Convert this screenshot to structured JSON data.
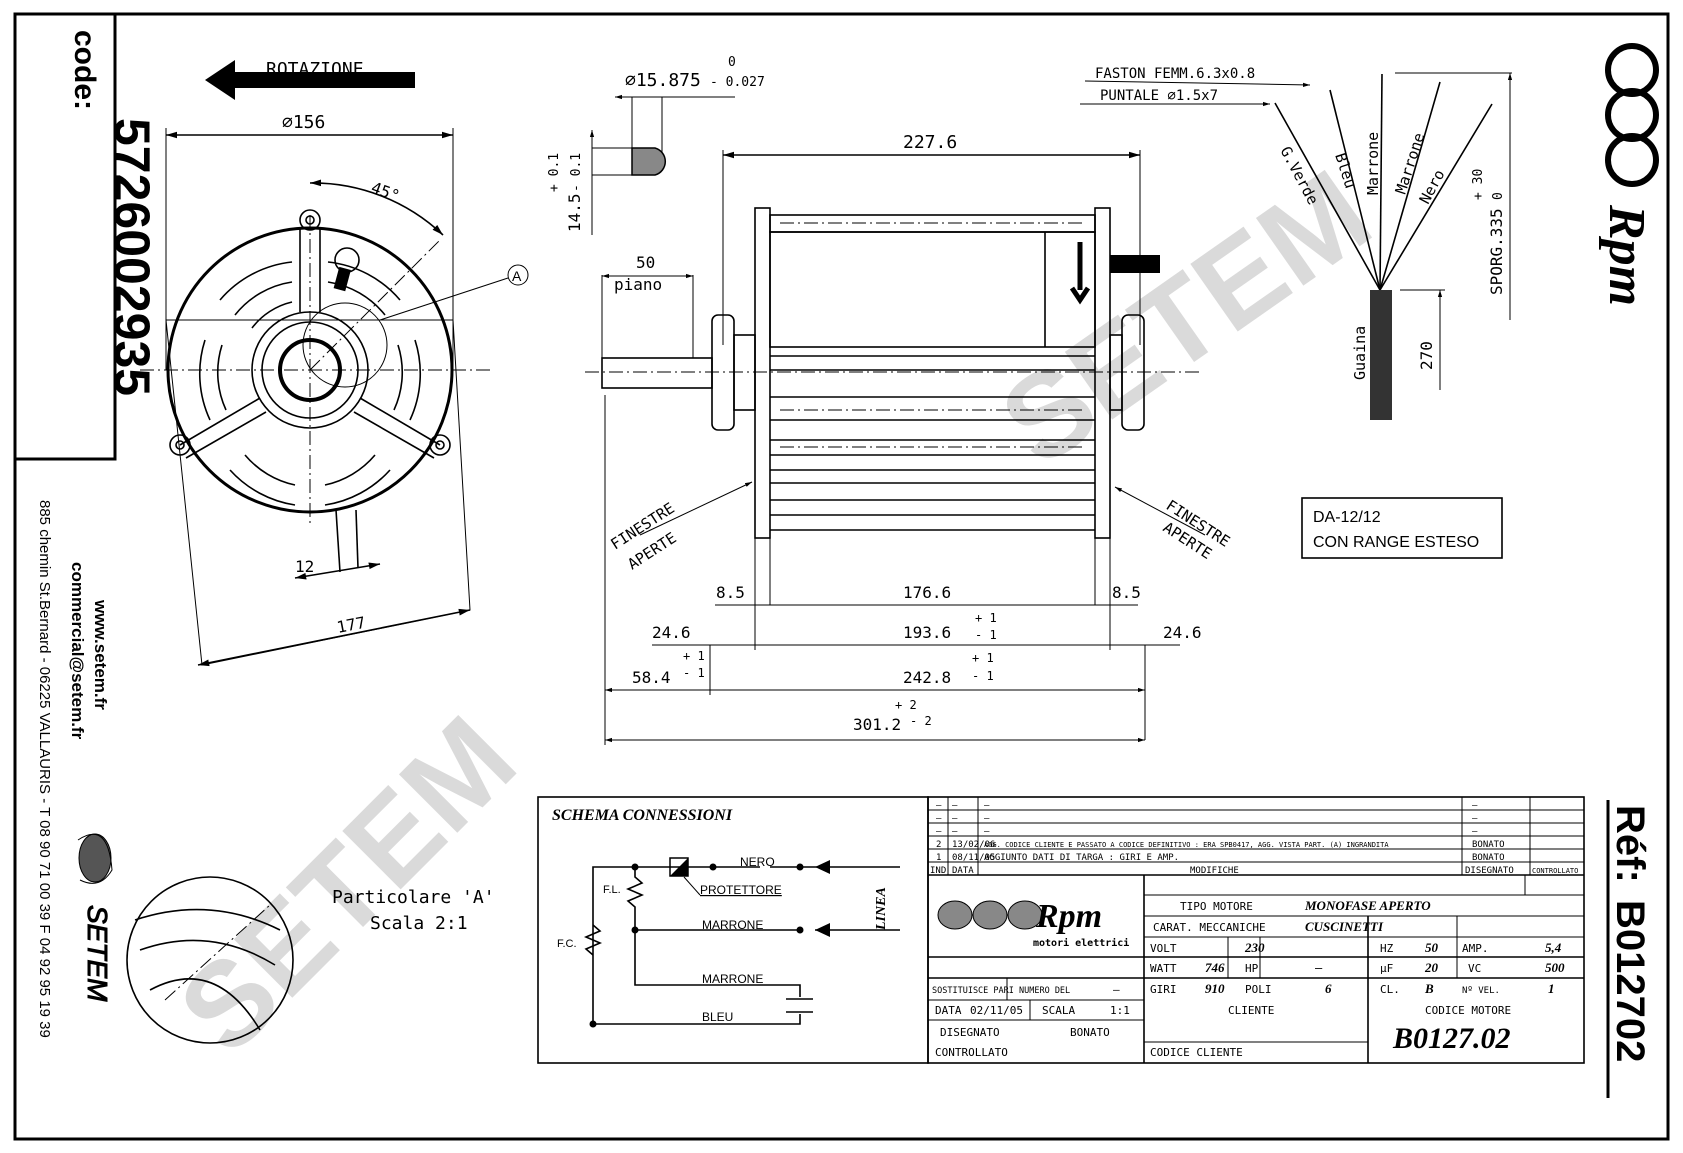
{
  "side_panel": {
    "code_label": "code:",
    "code_value": "5726002935",
    "website": "www.setem.fr",
    "email": "commercial@setem.fr",
    "address": "885 chemin St.Bernard  -  06225 VALLAURIS  -  T 08 90 71 00 39   F 04 92 95 19 39",
    "brand": "SETEM"
  },
  "right_panel": {
    "brand": "Rpm",
    "ref_label": "Réf:",
    "ref_value": "B012702"
  },
  "front_view": {
    "rotation_label": "ROTAZIONE",
    "diameter": "⌀156",
    "angle": "45°",
    "detail_marker": "A",
    "dim_12": "12",
    "dim_177": "177"
  },
  "shaft_section": {
    "diameter": "⌀15.875",
    "tol_upper": "0",
    "tol_lower": "- 0.027",
    "flat": "14.5",
    "flat_tol_plus": "+ 0.1",
    "flat_tol_minus": "- 0.1"
  },
  "side_view": {
    "dim_227": "227.6",
    "dim_50": "50",
    "piano": "piano",
    "finestre": "FINESTRE",
    "aperte": "APERTE",
    "dim_8_5_left": "8.5",
    "dim_176": "176.6",
    "dim_8_5_right": "8.5",
    "dim_24_left": "24.6",
    "dim_193": "193.6",
    "dim_193_tol_plus": "+ 1",
    "dim_193_tol_minus": "- 1",
    "dim_24_right": "24.6",
    "dim_58": "58.4",
    "dim_58_tol_plus": "+ 1",
    "dim_58_tol_minus": "- 1",
    "dim_242": "242.8",
    "dim_242_tol_plus": "+ 1",
    "dim_242_tol_minus": "- 1",
    "dim_301": "301.2",
    "dim_301_tol_plus": "+ 2",
    "dim_301_tol_minus": "- 2"
  },
  "wires": {
    "faston": "FASTON FEMM.6.3x0.8",
    "puntale": "PUNTALE ⌀1.5x7",
    "colors": [
      "G.Verde",
      "Bleu",
      "Marrone",
      "Marrone",
      "Nero"
    ],
    "guaina": "Guaina",
    "dim_270": "270",
    "sporg": "SPORG.335",
    "sporg_tol_plus": "+ 30",
    "sporg_tol_minus": "0"
  },
  "note_box": {
    "line1": "DA-12/12",
    "line2": "CON RANGE ESTESO"
  },
  "detail_a": {
    "title": "Particolare 'A'",
    "scale": "Scala 2:1"
  },
  "watermark": "SETEM",
  "schema": {
    "title": "SCHEMA CONNESSIONI",
    "nero": "NERO",
    "protettore": "PROTETTORE",
    "marrone1": "MARRONE",
    "marrone2": "MARRONE",
    "bleu": "BLEU",
    "fl": "F.L.",
    "fc": "F.C.",
    "linea": "LINEA"
  },
  "revisions": {
    "rows": [
      {
        "ind": "–",
        "data": "–",
        "mod": "–",
        "dis": "–",
        "ctrl": ""
      },
      {
        "ind": "–",
        "data": "–",
        "mod": "–",
        "dis": "–",
        "ctrl": ""
      },
      {
        "ind": "–",
        "data": "–",
        "mod": "–",
        "dis": "–",
        "ctrl": ""
      },
      {
        "ind": "2",
        "data": "13/02/06",
        "mod": "AGG. CODICE CLIENTE E PASSATO A CODICE DEFINITIVO : ERA SPB0417, AGG. VISTA PART. (A) INGRANDITA",
        "dis": "BONATO",
        "ctrl": ""
      },
      {
        "ind": "1",
        "data": "08/11/05",
        "mod": "AGGIUNTO DATI DI TARGA : GIRI E AMP.",
        "dis": "BONATO",
        "ctrl": ""
      }
    ],
    "header": {
      "ind": "IND",
      "data": "DATA",
      "mod": "MODIFICHE",
      "dis": "DISEGNATO",
      "ctrl": "CONTROLLATO"
    }
  },
  "title_block": {
    "logo": "Rpm",
    "logo_sub": "motori elettrici",
    "tipo_motore_label": "TIPO MOTORE",
    "tipo_motore": "MONOFASE APERTO",
    "carat_label": "CARAT. MECCANICHE",
    "carat": "CUSCINETTI",
    "volt_label": "VOLT",
    "volt": "230",
    "hz_label": "HZ",
    "hz": "50",
    "amp_label": "AMP.",
    "amp": "5,4",
    "watt_label": "WATT",
    "watt": "746",
    "hp_label": "HP",
    "hp": "–",
    "uf_label": "µF",
    "uf": "20",
    "vc_label": "VC",
    "vc": "500",
    "sostituisce_label": "SOSTITUISCE PARI NUMERO DEL",
    "sostituisce": "–",
    "giri_label": "GIRI",
    "giri": "910",
    "poli_label": "POLI",
    "poli": "6",
    "cl_label": "CL.",
    "cl": "B",
    "nvel_label": "Nº VEL.",
    "nvel": "1",
    "data_label": "DATA",
    "data": "02/11/05",
    "scala_label": "SCALA",
    "scala": "1:1",
    "cliente_label": "CLIENTE",
    "codice_motore_label": "CODICE MOTORE",
    "codice_motore": "B0127.02",
    "disegnato_label": "DISEGNATO",
    "disegnato": "BONATO",
    "controllato_label": "CONTROLLATO",
    "codice_cliente_label": "CODICE CLIENTE"
  }
}
